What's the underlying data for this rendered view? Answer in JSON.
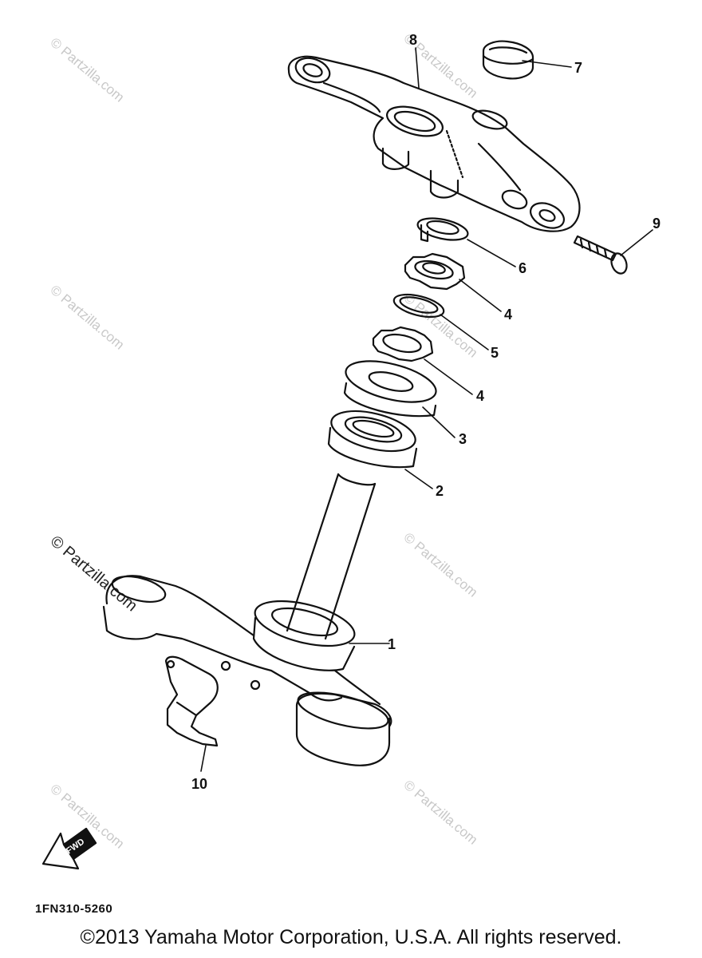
{
  "watermarks": [
    "© Partzilla.com",
    "© Partzilla.com",
    "© Partzilla.com",
    "© Partzilla.com",
    "© Partzilla.com",
    "© Partzilla.com",
    "© Partzilla.com"
  ],
  "callouts": {
    "c1": "1",
    "c2": "2",
    "c3": "3",
    "c4a": "4",
    "c4b": "4",
    "c5": "5",
    "c6": "6",
    "c7": "7",
    "c8": "8",
    "c9": "9",
    "c10": "10"
  },
  "fwd_label": "FWD",
  "diagram_code": "1FN310-5260",
  "copyright": "©2013 Yamaha Motor Corporation, U.S.A. All rights reserved."
}
